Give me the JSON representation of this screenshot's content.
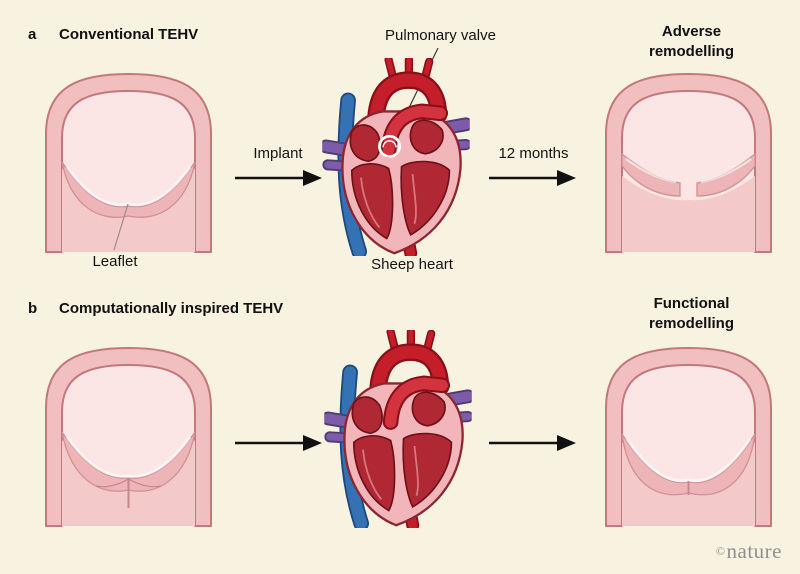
{
  "figure": {
    "panel_a": {
      "index": "a",
      "title": "Conventional TEHV",
      "valve_label": "Leaflet",
      "step1_label": "Implant",
      "heart_callout": "Pulmonary valve",
      "heart_caption": "Sheep heart",
      "step2_label": "12 months",
      "outcome": "Adverse remodelling"
    },
    "panel_b": {
      "index": "b",
      "title": "Computationally inspired TEHV",
      "outcome": "Functional remodelling"
    },
    "footer": {
      "copyright": "©",
      "brand": "nature"
    },
    "colors": {
      "background": "#f8f2e0",
      "text": "#141414",
      "arrow": "#111111",
      "valve_wall": "#f1bfbf",
      "valve_lumen": "#fbe5e5",
      "valve_outline": "#c1797b",
      "leaflet": "#edb5b7",
      "heart_muscle": "#f2b6ba",
      "heart_chamber": "#b02833",
      "aorta_red": "#c41e2a",
      "vein_blue": "#3572b4",
      "pulmonary_purple": "#7c5ca8",
      "valve_ring_white": "#ffffff",
      "brand_gray": "#8f8f8f"
    }
  }
}
